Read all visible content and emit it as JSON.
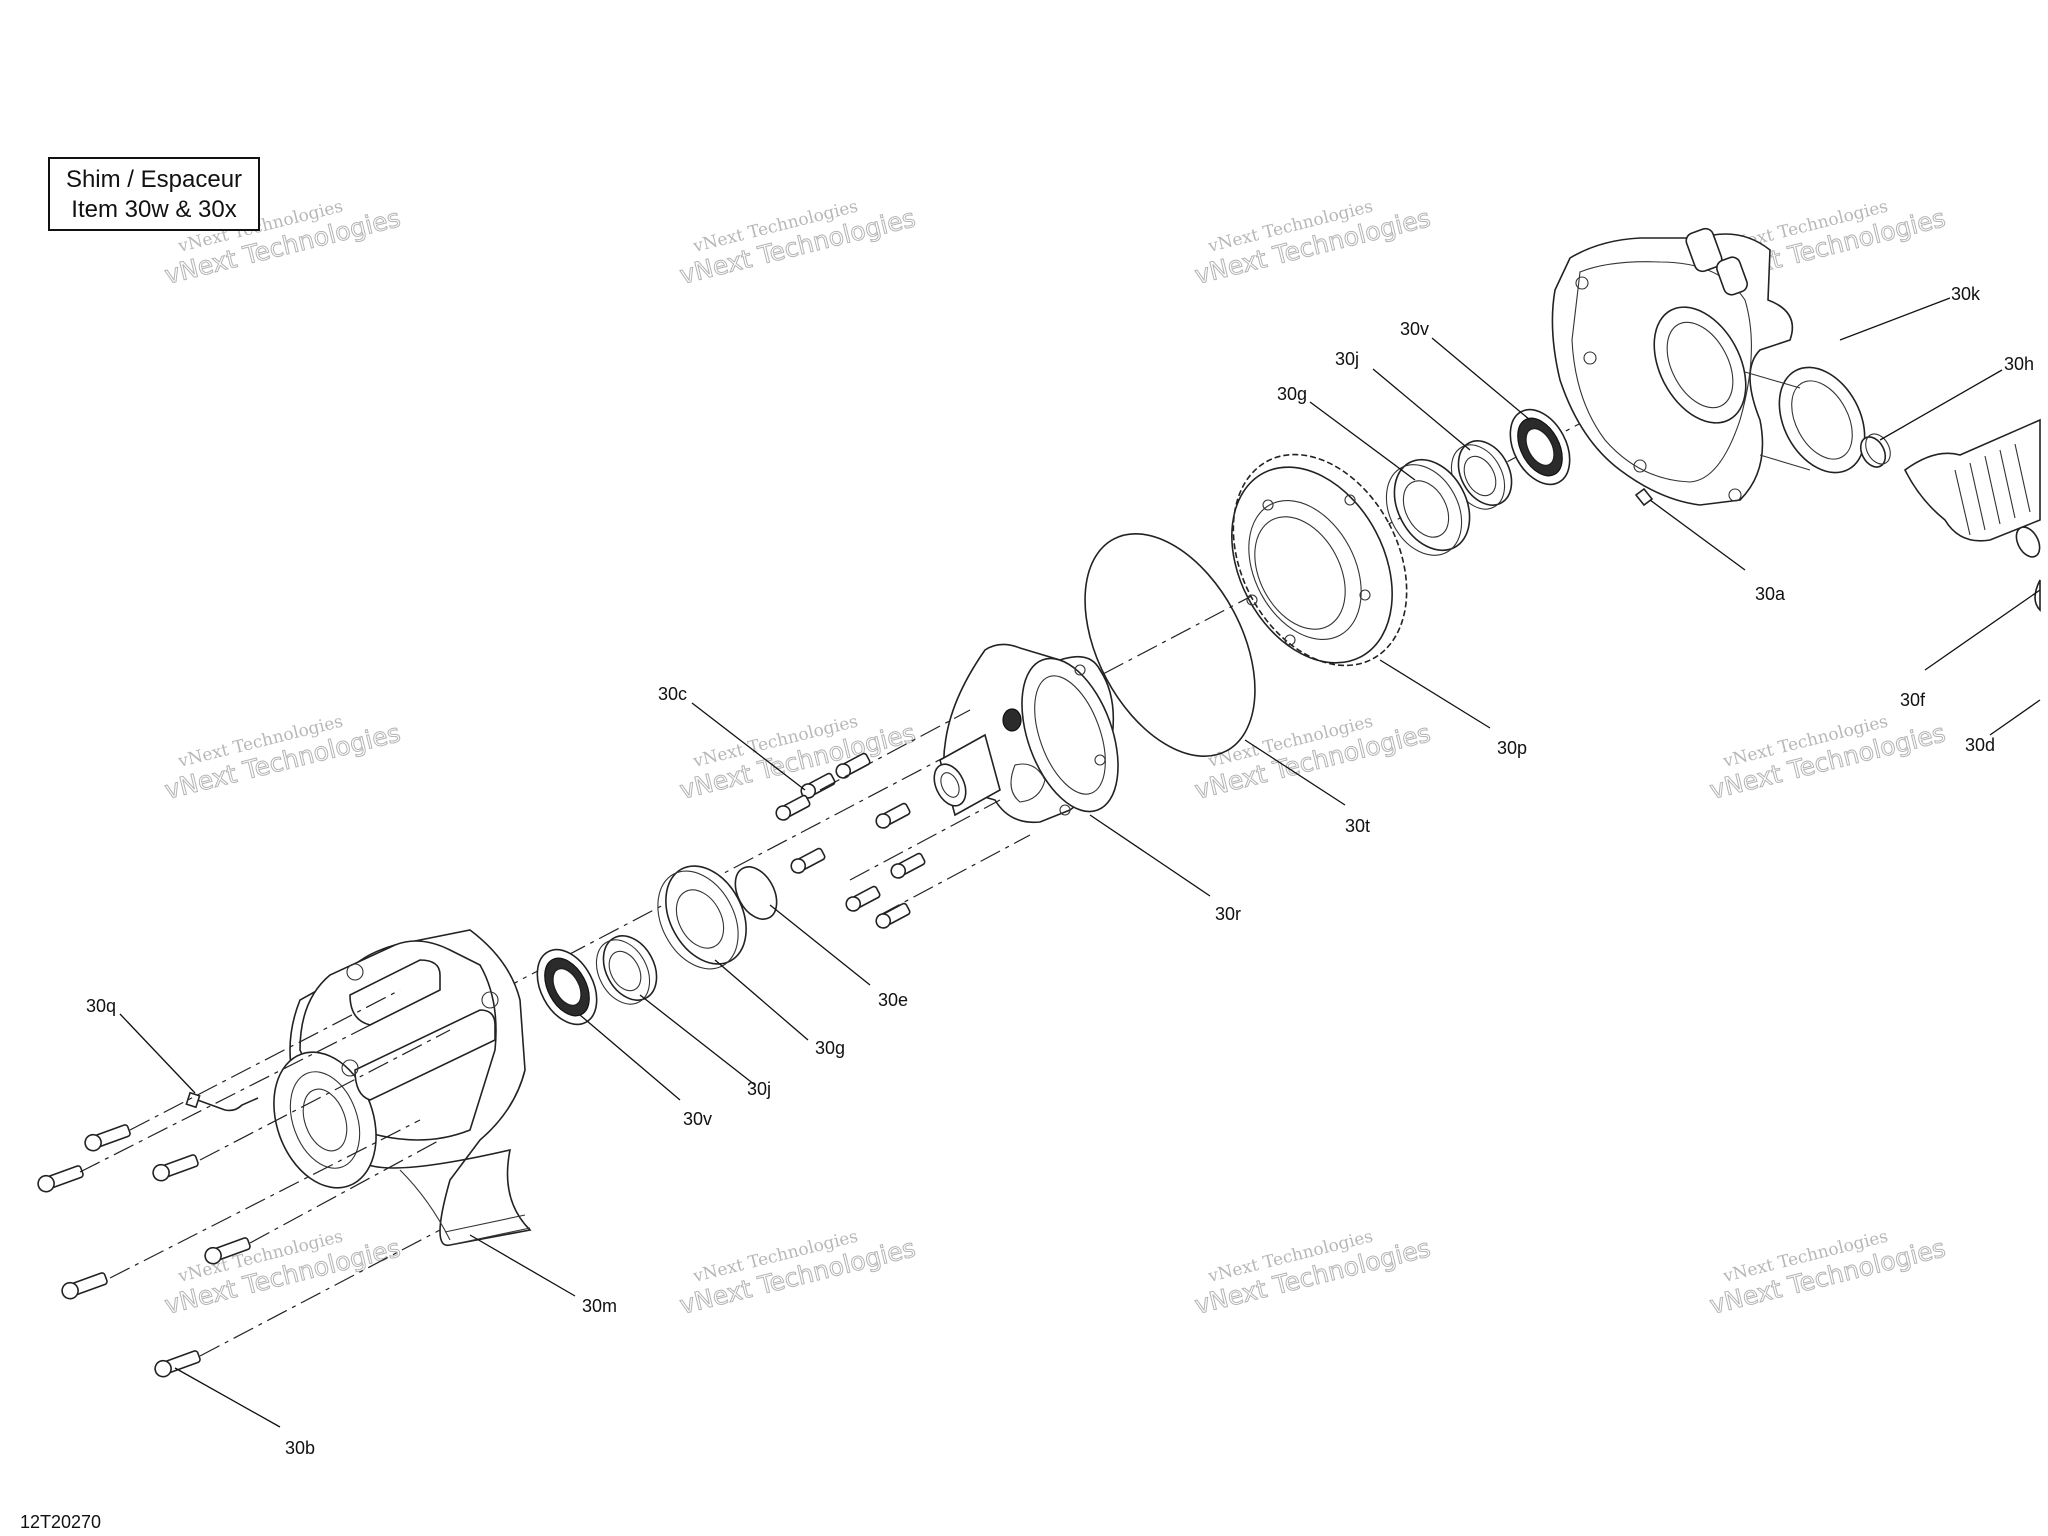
{
  "shim_note": {
    "line1": "Shim / Espaceur",
    "line2": "Item 30w & 30x"
  },
  "diagram_code": "12T20270",
  "watermark": {
    "line1": "vNext Technologies",
    "line2": "vNext Technologies"
  },
  "callouts": {
    "c30k": "30k",
    "c30h": "30h",
    "c30v_top": "30v",
    "c30j_top": "30j",
    "c30g_top": "30g",
    "c30a": "30a",
    "c30f": "30f",
    "c30d": "30d",
    "c30p": "30p",
    "c30t": "30t",
    "c30c": "30c",
    "c30r": "30r",
    "c30e": "30e",
    "c30g_bottom": "30g",
    "c30j_bottom": "30j",
    "c30v_bottom": "30v",
    "c30q": "30q",
    "c30m": "30m",
    "c30b": "30b"
  }
}
